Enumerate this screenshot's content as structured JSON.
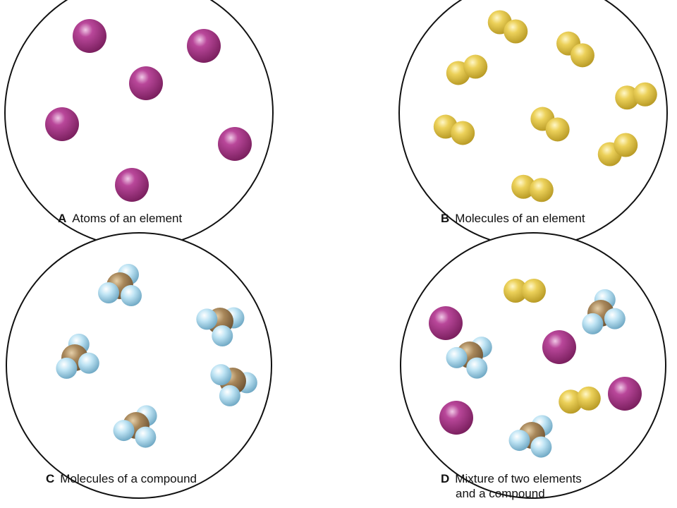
{
  "panels": [
    {
      "id": "A",
      "letter": "A",
      "lines": [
        "Atoms of an element"
      ]
    },
    {
      "id": "B",
      "letter": "B",
      "lines": [
        "Molecules of an element"
      ]
    },
    {
      "id": "C",
      "letter": "C",
      "lines": [
        "Molecules of a compound"
      ]
    },
    {
      "id": "D",
      "letter": "D",
      "lines": [
        "Mixture of two elements",
        "and a compound"
      ]
    }
  ],
  "colors": {
    "element_atom": "#9c2b7b",
    "diatomic_atom": "#e8c94a",
    "compound_center": "#a8875a",
    "compound_outer": "#a9d9ee",
    "outline": "#111111"
  }
}
